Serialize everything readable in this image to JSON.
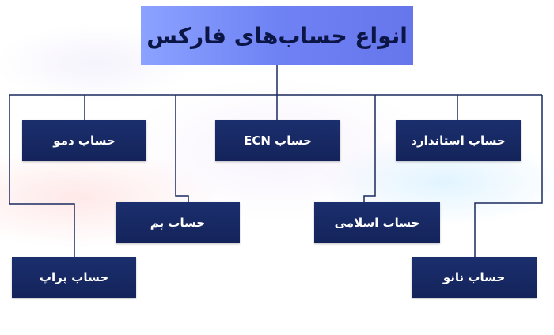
{
  "title": "انواع حساب‌های فارکس",
  "nodes": {
    "demo": "حساب دمو",
    "ecn": "حساب ECN",
    "standard": "حساب استاندارد",
    "pam": "حساب پم",
    "islamic": "حساب اسلامی",
    "prop": "حساب پراپ",
    "nano": "حساب نانو"
  },
  "colors": {
    "title_bg": "#7488f5",
    "node_bg": "#172a63",
    "line": "#1a2a5e"
  }
}
